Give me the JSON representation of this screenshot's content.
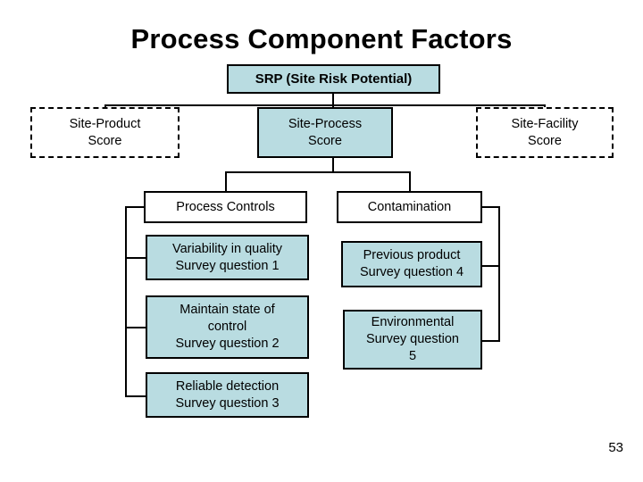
{
  "slide": {
    "title": "Process Component Factors",
    "page_number": "53",
    "background_color": "#ffffff"
  },
  "palette": {
    "fill_blue": "#b9dce1",
    "fill_white": "#ffffff",
    "line": "#000000",
    "text": "#000000"
  },
  "diagram": {
    "type": "hierarchy-tree",
    "root": {
      "id": "srp",
      "label": "SRP (Site Risk Potential)",
      "style": "fill-blue",
      "bold": true
    },
    "level2": [
      {
        "id": "site-product-score",
        "label": "Site-Product\nScore",
        "style": "dashed"
      },
      {
        "id": "site-process-score",
        "label": "Site-Process\nScore",
        "style": "fill-blue"
      },
      {
        "id": "site-facility-score",
        "label": "Site-Facility\nScore",
        "style": "dashed"
      }
    ],
    "level3": [
      {
        "id": "process-controls",
        "label": "Process Controls",
        "style": "fill-white"
      },
      {
        "id": "contamination",
        "label": "Contamination",
        "style": "fill-white"
      }
    ],
    "process_controls_children": [
      {
        "id": "variability-in-quality",
        "label": "Variability in quality\nSurvey question 1",
        "style": "fill-blue"
      },
      {
        "id": "maintain-state-of-control",
        "label": "Maintain state of\ncontrol\nSurvey question 2",
        "style": "fill-blue"
      },
      {
        "id": "reliable-detection",
        "label": "Reliable detection\nSurvey question 3",
        "style": "fill-blue"
      }
    ],
    "contamination_children": [
      {
        "id": "previous-product",
        "label": "Previous product\nSurvey question 4",
        "style": "fill-blue"
      },
      {
        "id": "environmental",
        "label": "Environmental\nSurvey question\n5",
        "style": "fill-blue"
      }
    ]
  }
}
